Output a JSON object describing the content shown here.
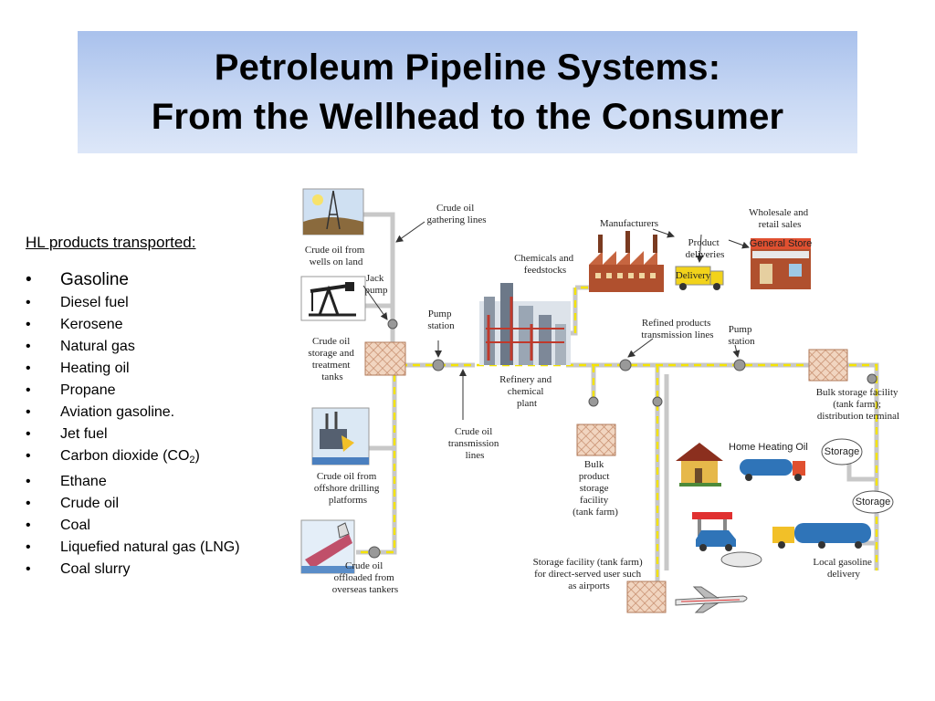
{
  "title": {
    "line1": "Petroleum Pipeline Systems:",
    "line2": "From the Wellhead to the Consumer"
  },
  "products": {
    "heading": "HL products transported:",
    "items": [
      "Gasoline",
      "Diesel fuel",
      "Kerosene",
      "Natural gas",
      "Heating oil",
      "Propane",
      "Aviation gasoline.",
      "Jet fuel",
      "Carbon dioxide (CO",
      "Ethane",
      "Crude oil",
      "Coal",
      "Liquefied natural gas (LNG)",
      "Coal slurry"
    ],
    "co2_subscript": "2",
    "co2_close": ")"
  },
  "diagram": {
    "labels": {
      "crude_gathering": [
        "Crude oil",
        "gathering lines"
      ],
      "wells_on_land": [
        "Crude oil from",
        "wells on land"
      ],
      "jack_pump": [
        "Jack",
        "pump"
      ],
      "storage_treatment": [
        "Crude oil",
        "storage and",
        "treatment",
        "tanks"
      ],
      "pump_station_left": [
        "Pump",
        "station"
      ],
      "chemicals": [
        "Chemicals and",
        "feedstocks"
      ],
      "manufacturers": [
        "Manufacturers"
      ],
      "product_deliveries": [
        "Product",
        "deliveries"
      ],
      "wholesale": [
        "Wholesale and",
        "retail sales"
      ],
      "general_store": "General Store",
      "delivery_truck": "Delivery",
      "refined_lines": [
        "Refined products",
        "transmission lines"
      ],
      "pump_station_right": [
        "Pump",
        "station"
      ],
      "refinery": [
        "Refinery and",
        "chemical",
        "plant"
      ],
      "bulk_storage_terminal": [
        "Bulk storage facility",
        "(tank farm);",
        "distribution terminal"
      ],
      "crude_transmission": [
        "Crude oil",
        "transmission",
        "lines"
      ],
      "offshore": [
        "Crude oil from",
        "offshore drilling",
        "platforms"
      ],
      "bulk_product": [
        "Bulk",
        "product",
        "storage",
        "facility",
        "(tank farm)"
      ],
      "home_heating": "Home Heating Oil",
      "storage_tag": "Storage",
      "tankers": [
        "Crude oil",
        "offloaded from",
        "overseas tankers"
      ],
      "airport_storage": [
        "Storage facility (tank farm)",
        "for direct-served user such",
        "as airports"
      ],
      "local_delivery": [
        "Local gasoline",
        "delivery"
      ]
    }
  },
  "colors": {
    "pipe": "#c8c8c8",
    "pipe_dash": "#f5e400",
    "tank": "#e9c3a8",
    "brick": "#b0502e"
  }
}
